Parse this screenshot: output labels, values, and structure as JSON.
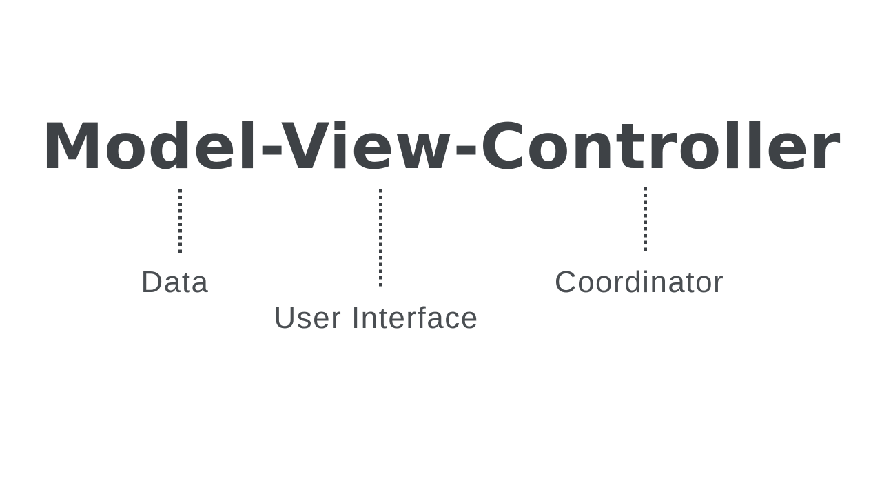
{
  "diagram": {
    "title": "Model-View-Controller",
    "annotations": [
      {
        "term": "Model",
        "label": "Data"
      },
      {
        "term": "View",
        "label": "User Interface"
      },
      {
        "term": "Controller",
        "label": "Coordinator"
      }
    ]
  },
  "colors": {
    "background": "#ffffff",
    "title_text": "#3e4246",
    "label_text": "#4a4e52",
    "connector": "#3d4145"
  }
}
